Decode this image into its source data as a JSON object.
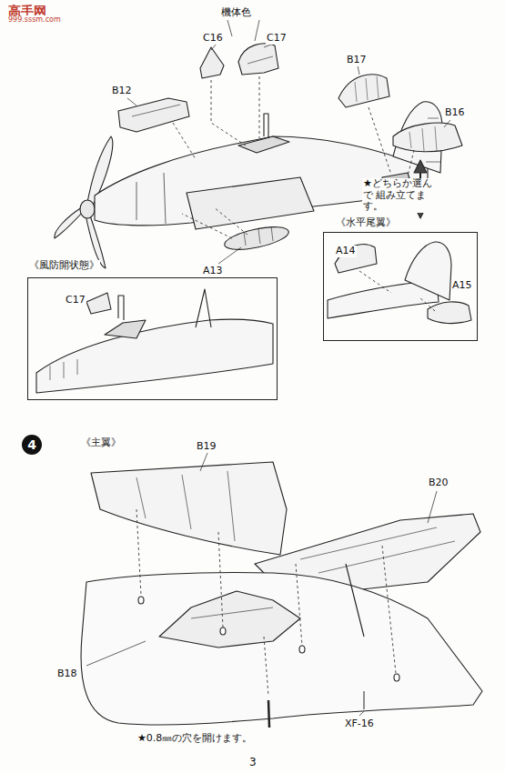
{
  "diagram": {
    "nodes": [
      {
        "text": [
          "《水平尾翼》",
          "A14",
          "A15"
        ]
      },
      {
        "text": [
          "《風防開状態》",
          "C17"
        ]
      },
      {
        "text": [
          "4"
        ]
      }
    ],
    "edges": [],
    "labels": [
      "高手网",
      "999.sssm.com",
      "機体色",
      "C16",
      "C17",
      "B17",
      "B12",
      "B16",
      "★どちらか選んで 組み立てます。",
      "A13",
      "《主翼》",
      "B19",
      "B20",
      "B18",
      "★0.8㎜の穴を開けます。",
      "XF-16",
      "3"
    ]
  }
}
